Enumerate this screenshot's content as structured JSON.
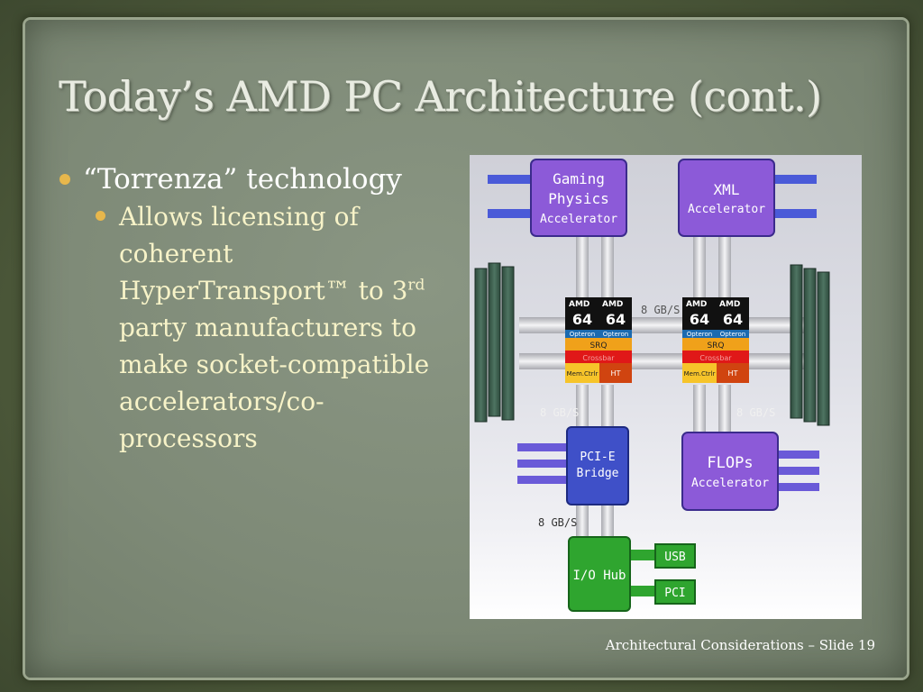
{
  "slide": {
    "title": "Today’s AMD PC Architecture (cont.)",
    "bullet1": "“Torrenza” technology",
    "bullet2_pre": "Allows licensing of coherent HyperTransport™ to 3",
    "bullet2_sup": "rd",
    "bullet2_post": " party manufacturers to make socket-compatible accelerators/co-processors",
    "footer": "Architectural Considerations – Slide 19"
  },
  "diagram": {
    "gaming_line1": "Gaming",
    "gaming_line2": "Physics",
    "gaming_line3": "Accelerator",
    "xml_line1": "XML",
    "xml_line2": "Accelerator",
    "pcie_line1": "PCI-E",
    "pcie_line2": "Bridge",
    "flops_line1": "FLOPs",
    "flops_line2": "Accelerator",
    "io_hub": "I/O Hub",
    "usb": "USB",
    "pci": "PCI",
    "bw_top": "8 GB/S",
    "bw_left": "8 GB/S",
    "bw_right": "8 GB/S",
    "bw_bottom": "8 GB/S",
    "amd": "AMD",
    "cpu_num": "64",
    "opteron": "Opteron",
    "srq": "SRQ",
    "crossbar": "Crossbar",
    "memctrl": "Mem.Ctrlr",
    "ht": "HT",
    "colors": {
      "accelerator": "#8c5ad8",
      "bridge": "#3f50c8",
      "io_hub": "#2fa52f",
      "srq": "#f0a11a",
      "crossbar": "#e01818",
      "memctrl": "#f6c42a",
      "ht": "#d04410"
    }
  }
}
